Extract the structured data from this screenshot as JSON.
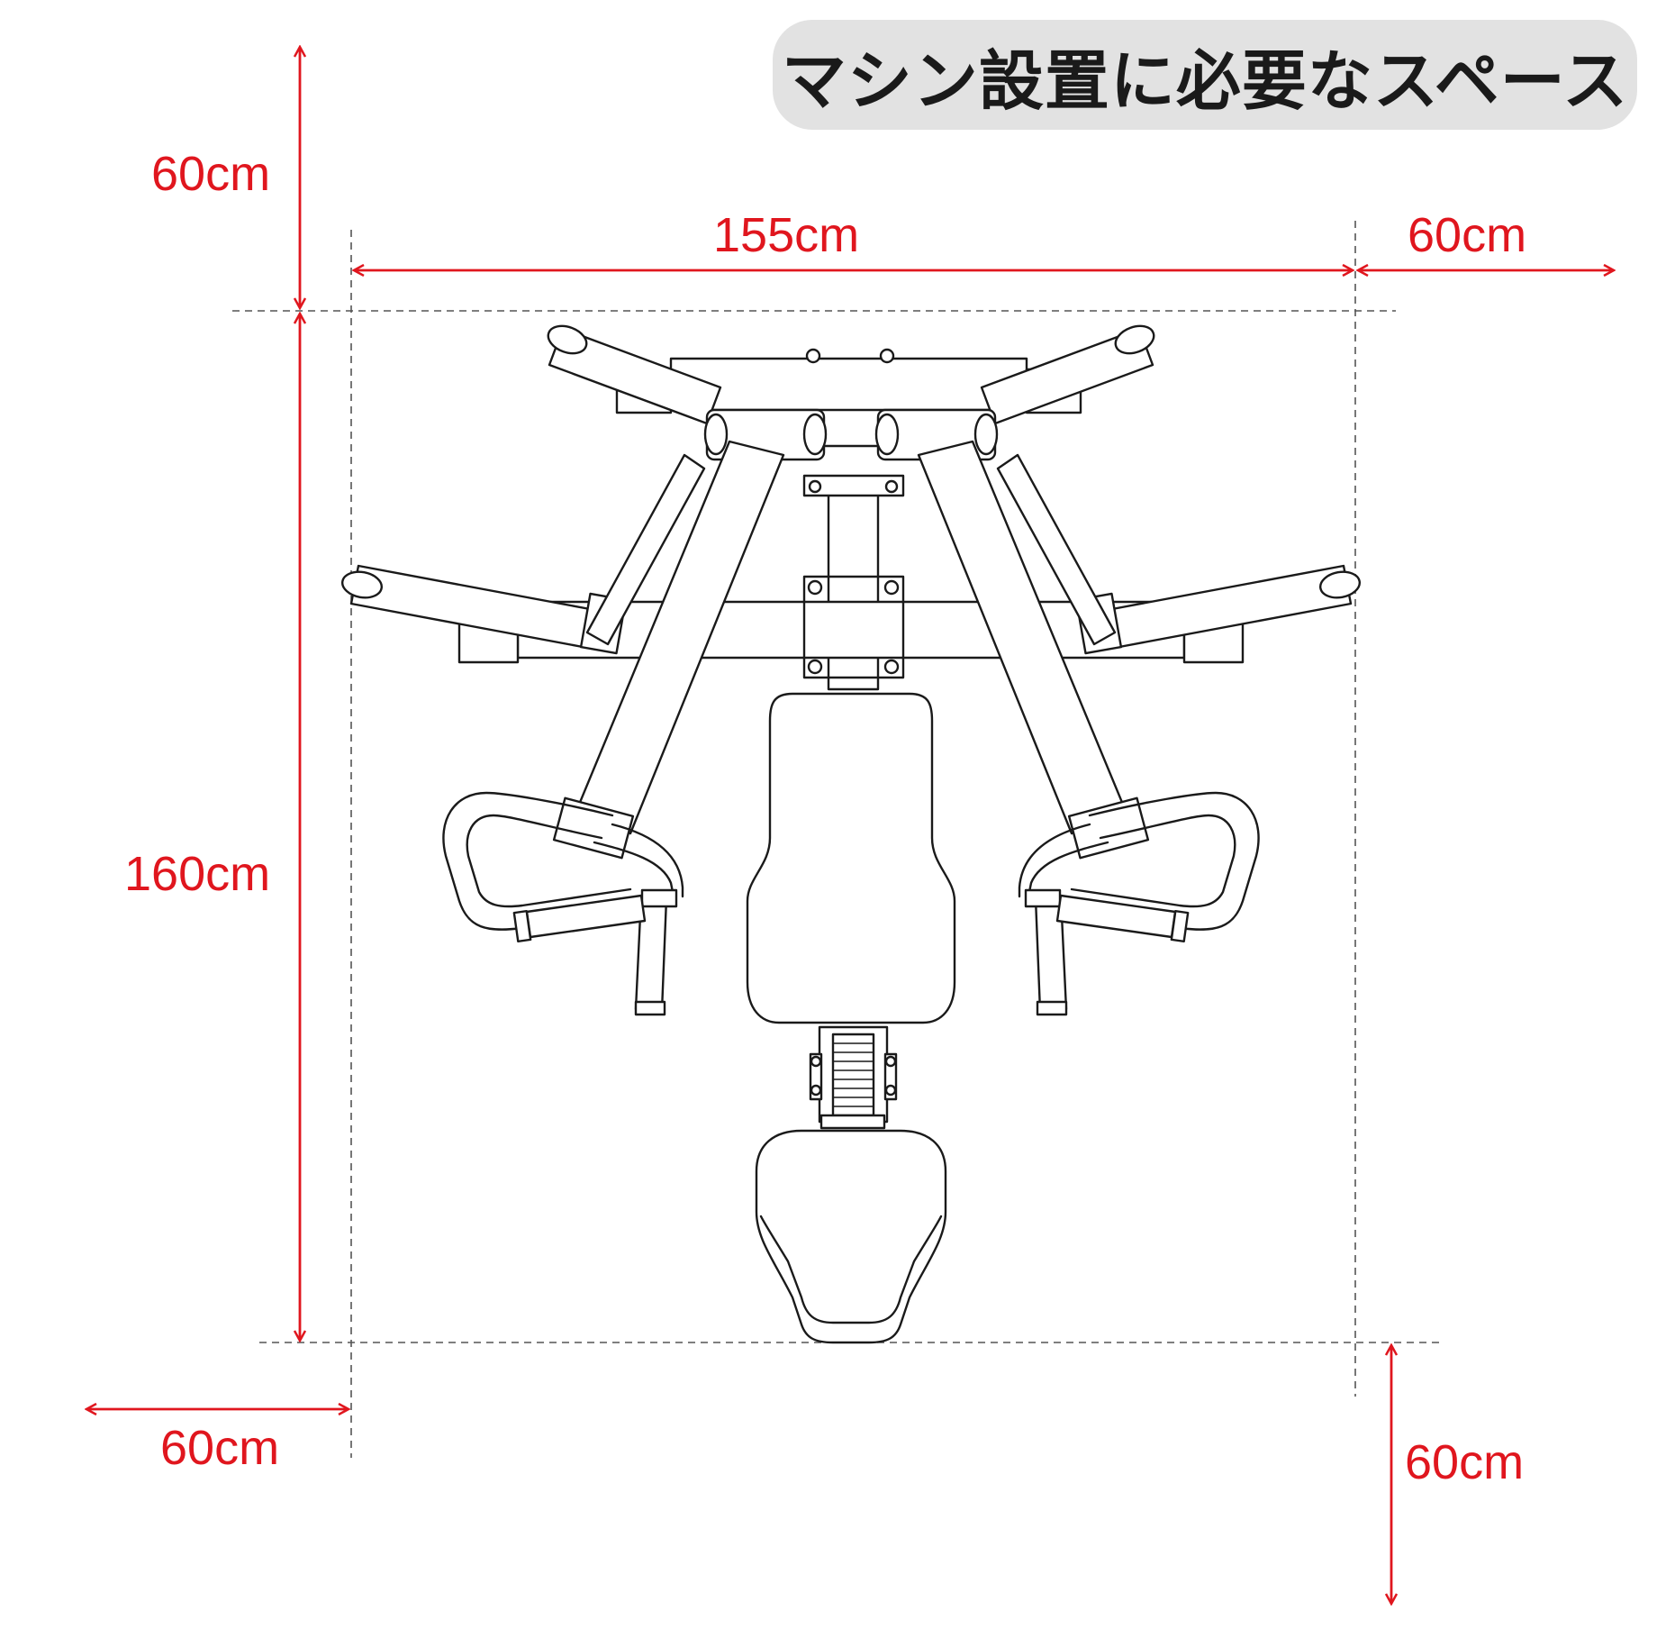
{
  "title": "マシン設置に必要なスペース",
  "dimensions": {
    "top_clearance": "60cm",
    "machine_width": "155cm",
    "right_clearance": "60cm",
    "machine_depth": "160cm",
    "left_clearance": "60cm",
    "bottom_clearance": "60cm"
  },
  "colors": {
    "dimension": "#e0161e",
    "drawing": "#1a1a1a",
    "badge": "#e2e2e2"
  }
}
